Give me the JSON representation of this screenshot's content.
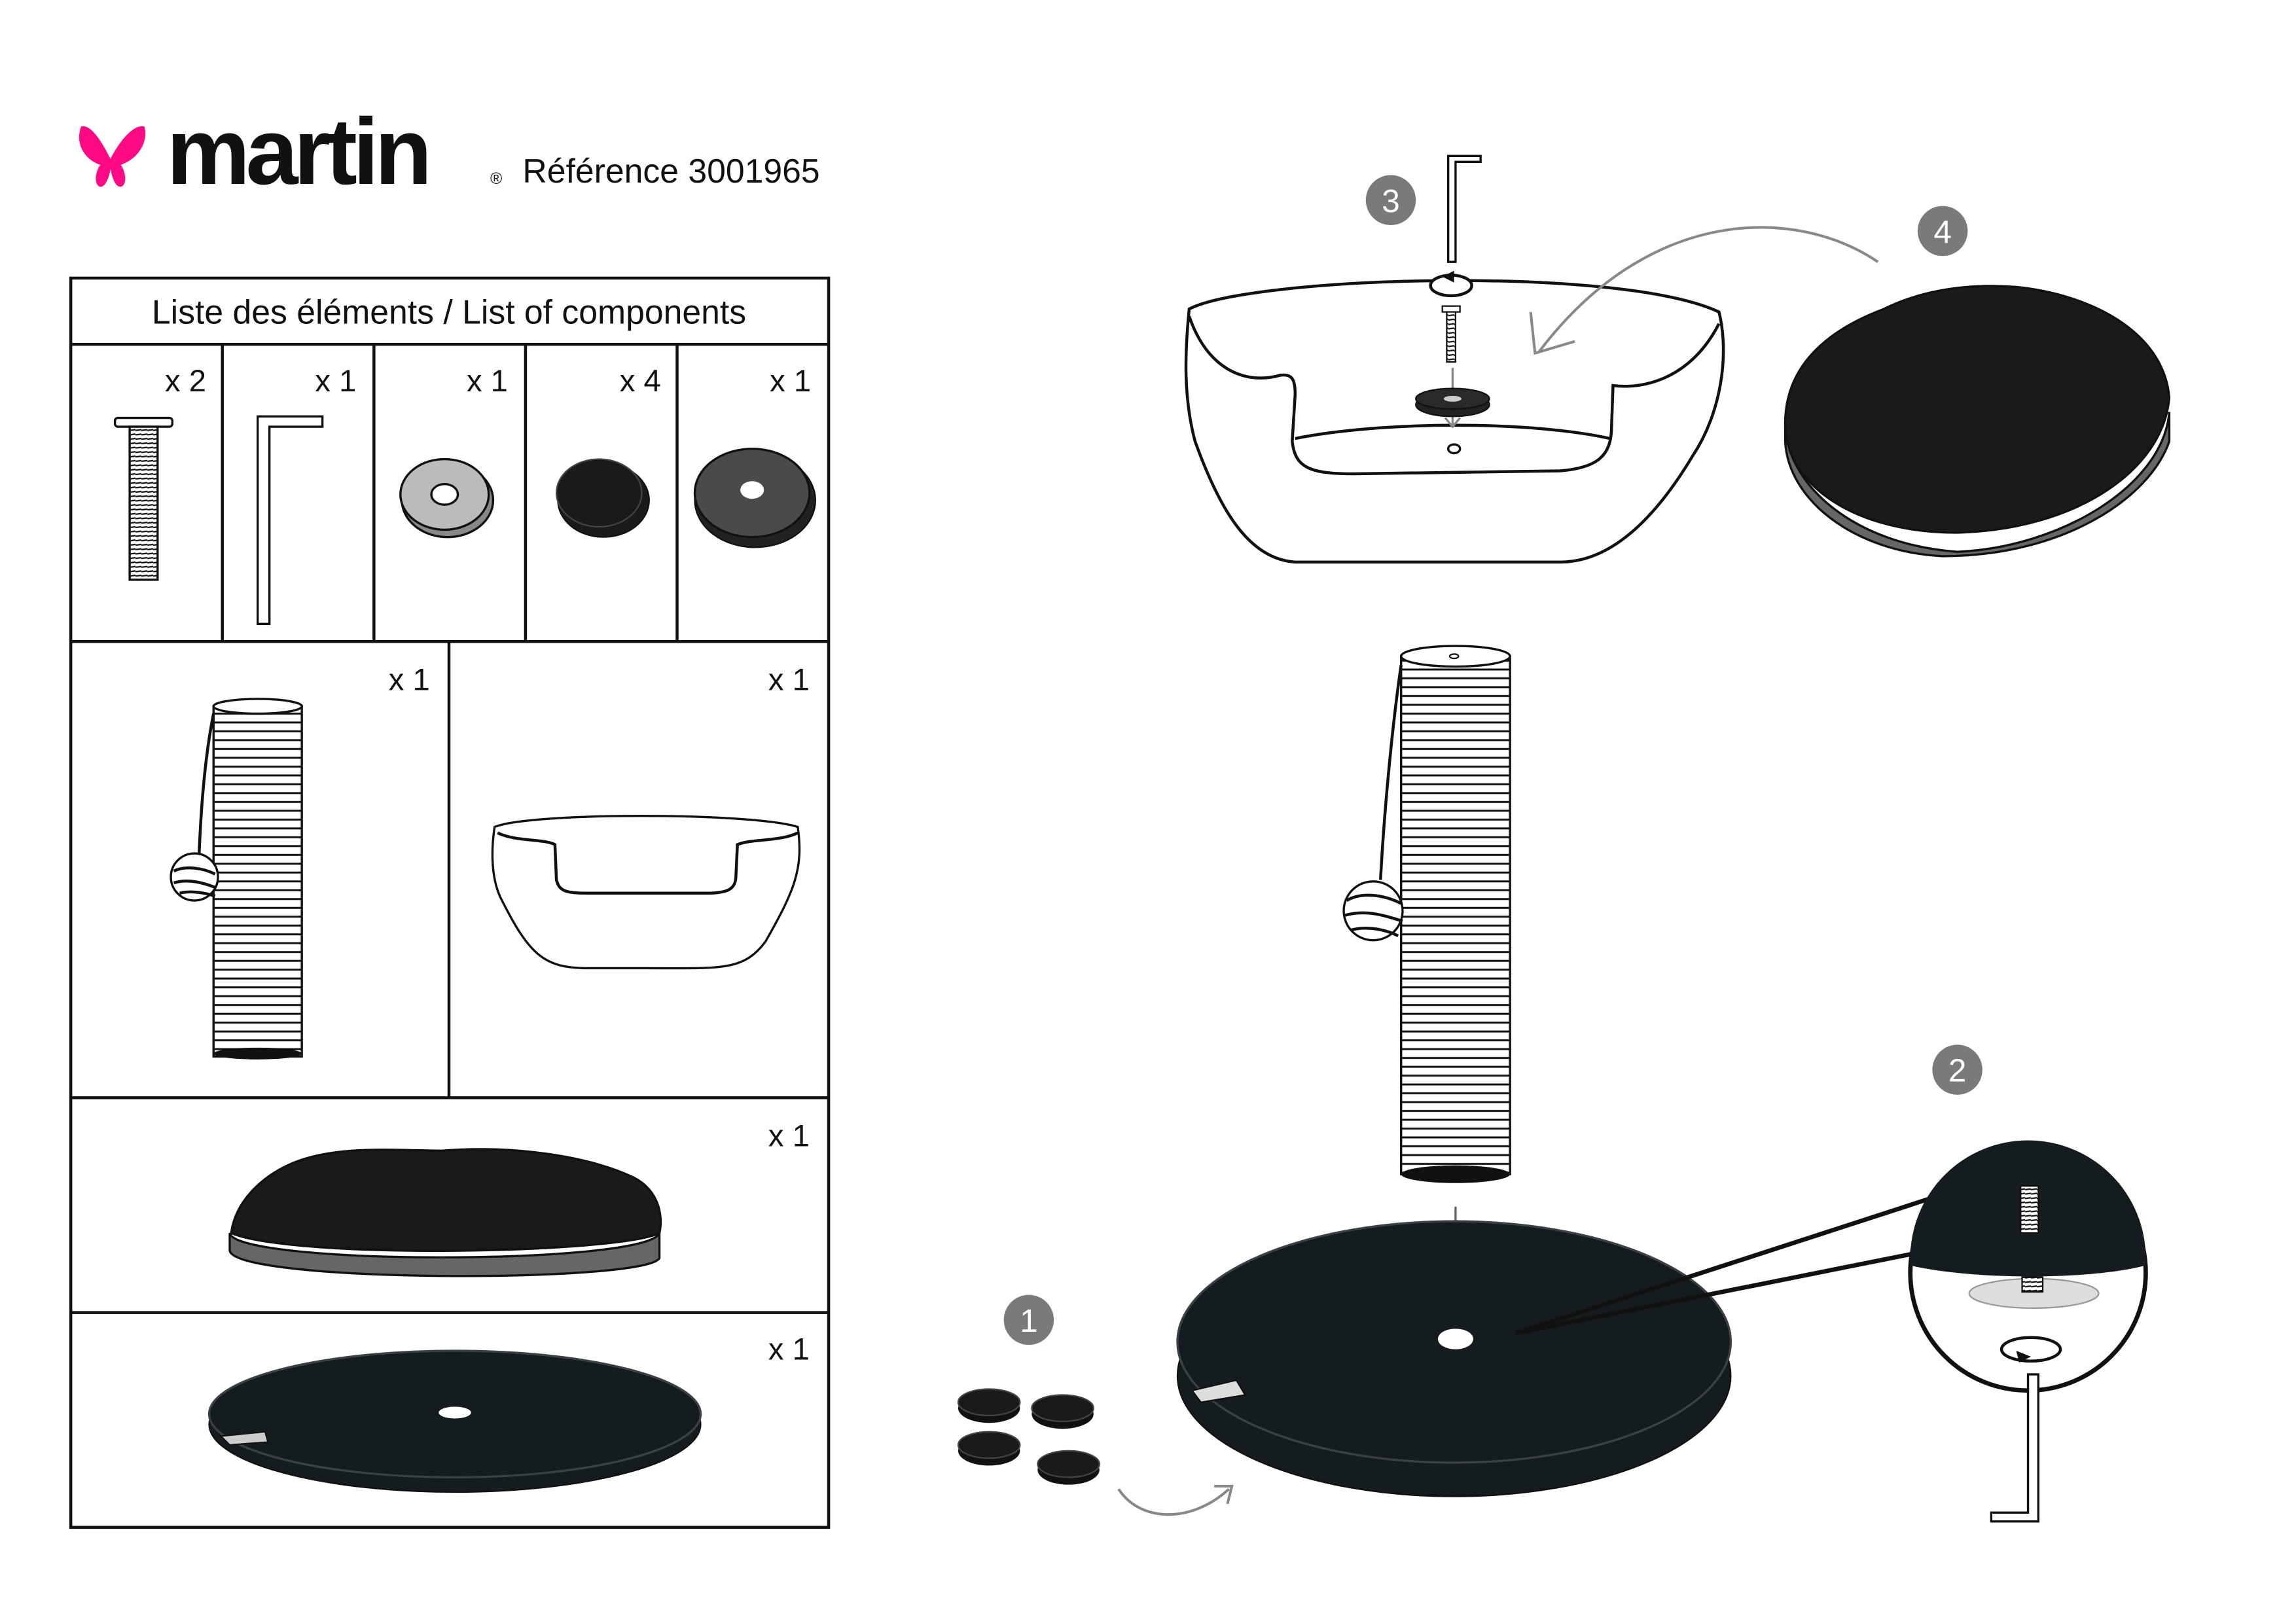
{
  "brand": {
    "name": "martin",
    "registered": "®",
    "logo_color": "#ff0a84"
  },
  "header": {
    "reference": "Référence 3001965"
  },
  "components_table": {
    "title": "Liste des éléments / List of components",
    "items": [
      {
        "part": "screw",
        "qty": "x 2"
      },
      {
        "part": "allen-key",
        "qty": "x 1"
      },
      {
        "part": "washer",
        "qty": "x 1"
      },
      {
        "part": "foot-pad",
        "qty": "x 4"
      },
      {
        "part": "spacer-washer",
        "qty": "x 1"
      },
      {
        "part": "scratching-post",
        "qty": "x 1"
      },
      {
        "part": "basket",
        "qty": "x 1"
      },
      {
        "part": "cushion",
        "qty": "x 1"
      },
      {
        "part": "base-plate",
        "qty": "x 1"
      }
    ]
  },
  "steps": [
    {
      "number": "1"
    },
    {
      "number": "2"
    },
    {
      "number": "3"
    },
    {
      "number": "4"
    }
  ],
  "colors": {
    "badge": "#7a7a7a",
    "dark_part": "#1a1a1a",
    "base": "#151c20",
    "cushion_side": "#666666"
  }
}
